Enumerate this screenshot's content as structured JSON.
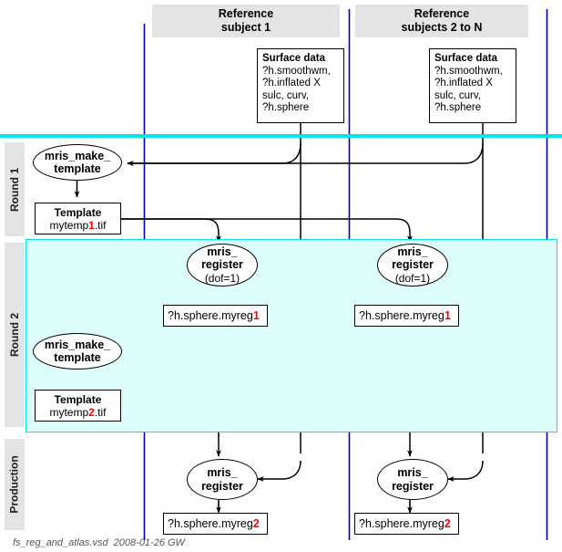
{
  "diagram": {
    "title_footer": "fs_reg_and_atlas.vsd  2008-01-26 GW",
    "colors": {
      "band_fill": "#ddfdfd",
      "band_stroke": "#00e5ee",
      "swimlane_line": "#0000bb",
      "header_fill": "#e4e4e4",
      "accent_red": "#ff0000",
      "connector": "#000000",
      "connector_gray": "#555555"
    }
  },
  "columns": [
    {
      "id": "ref1",
      "line1": "Reference",
      "line2": "subject 1"
    },
    {
      "id": "refN",
      "line1": "Reference",
      "line2": "subjects 2 to N"
    }
  ],
  "phases": [
    {
      "id": "round1",
      "label": "Round 1"
    },
    {
      "id": "round2",
      "label": "Round 2"
    },
    {
      "id": "production",
      "label": "Production"
    }
  ],
  "surface_data": {
    "title": "Surface data",
    "lines": [
      "?h.smoothwm,",
      "?h.inflated X",
      "sulc, curv,",
      "?h.sphere"
    ]
  },
  "nodes": {
    "make_template_r1": {
      "line1": "mris_make_",
      "line2": "template"
    },
    "make_template_r2": {
      "line1": "mris_make_",
      "line2": "template"
    },
    "template_1": {
      "title": "Template",
      "file_prefix": "mytemp",
      "file_num": "1",
      "file_suffix": ".tif"
    },
    "template_2": {
      "title": "Template",
      "file_prefix": "mytemp",
      "file_num": "2",
      "file_suffix": ".tif"
    },
    "register_r2_left": {
      "line1": "mris_",
      "line2": "register",
      "line3": "(dof=1)"
    },
    "register_r2_right": {
      "line1": "mris_",
      "line2": "register",
      "line3": "(dof=1)"
    },
    "register_prod_left": {
      "line1": "mris_",
      "line2": "register"
    },
    "register_prod_right": {
      "line1": "mris_",
      "line2": "register"
    },
    "myreg1_left": {
      "prefix": "?h.sphere.myreg",
      "num": "1"
    },
    "myreg1_right": {
      "prefix": "?h.sphere.myreg",
      "num": "1"
    },
    "myreg2_left": {
      "prefix": "?h.sphere.myreg",
      "num": "2"
    },
    "myreg2_right": {
      "prefix": "?h.sphere.myreg",
      "num": "2"
    }
  }
}
